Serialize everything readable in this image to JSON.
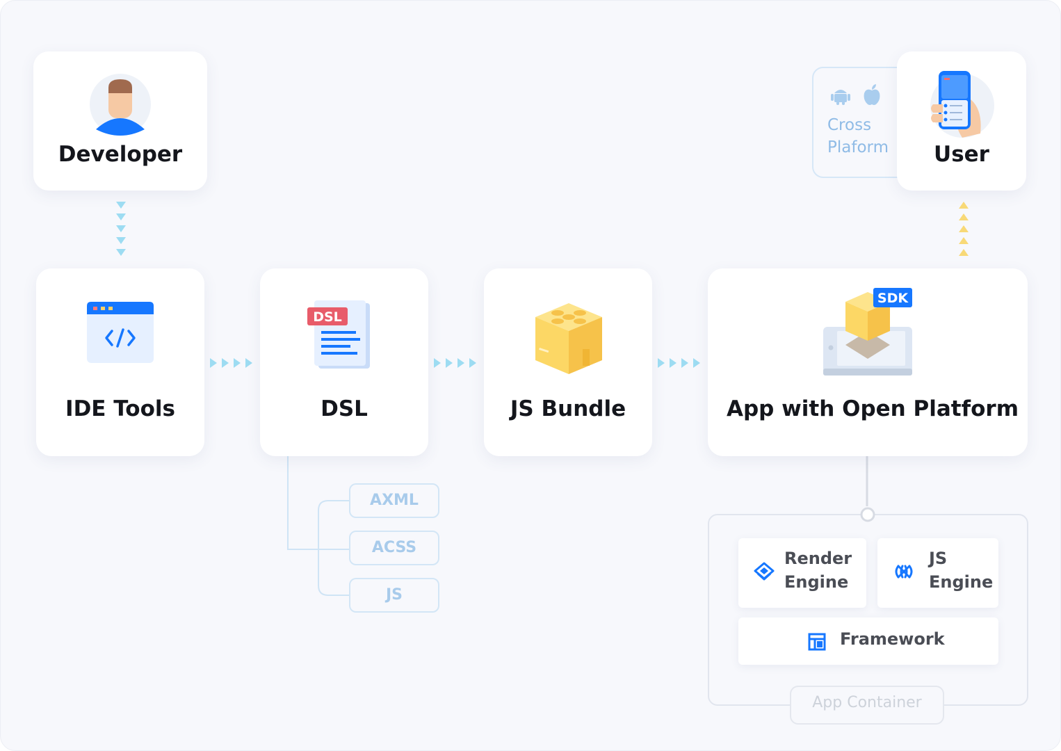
{
  "nodes": {
    "developer": "Developer",
    "user": "User",
    "ide_tools": "IDE Tools",
    "dsl": "DSL",
    "js_bundle": "JS Bundle",
    "app_platform": "App with Open Platform"
  },
  "badges": {
    "dsl_tag": "DSL",
    "sdk_tag": "SDK"
  },
  "dsl_files": [
    "AXML",
    "ACSS",
    "JS"
  ],
  "cross_platform": {
    "line1": "Cross",
    "line2": "Plaform"
  },
  "app_container": {
    "render_engine_line1": "Render",
    "render_engine_line2": "Engine",
    "js_engine_line1": "JS",
    "js_engine_line2": "Engine",
    "framework": "Framework",
    "label": "App Container"
  },
  "icons": {
    "developer": "developer-avatar-icon",
    "user": "phone-in-hand-icon",
    "ide": "code-window-icon",
    "dsl": "document-icon",
    "bundle": "building-block-icon",
    "platform": "tablet-with-cube-icon",
    "android": "android-icon",
    "apple": "apple-icon",
    "render_engine": "layers-icon",
    "js_engine": "chain-icon",
    "framework": "layout-grid-icon"
  },
  "colors": {
    "accent_blue": "#1677ff",
    "arrow_cyan": "#9ddcf2",
    "arrow_yellow": "#f8d977",
    "cube_yellow": "#fcd765",
    "dsl_badge_red": "#e85c6a"
  }
}
